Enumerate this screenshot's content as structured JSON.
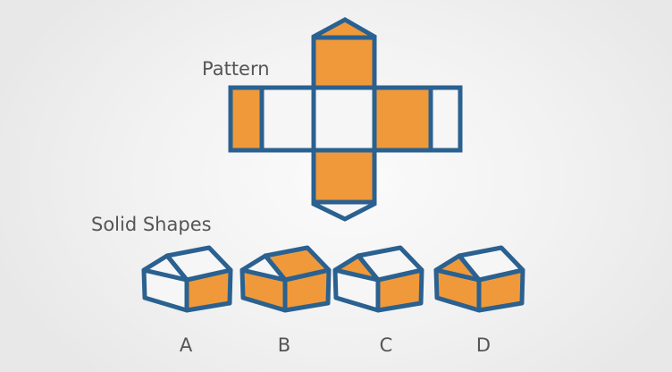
{
  "colors": {
    "stroke": "#2a6190",
    "orange": "#f0993a",
    "white": "#f6f6f6",
    "text": "#555555"
  },
  "labels": {
    "pattern": "Pattern",
    "solid_shapes": "Solid Shapes"
  },
  "pattern": {
    "top_triangle": "orange",
    "top_square": "orange",
    "band_cells": [
      "orange",
      "white",
      "white",
      "orange",
      "white"
    ],
    "bottom_square": "orange",
    "bottom_triangle": "white"
  },
  "shapes": [
    {
      "label": "A",
      "gable": "white",
      "roof": "white",
      "left_face": "white",
      "right_face": "orange"
    },
    {
      "label": "B",
      "gable": "white",
      "roof": "orange",
      "left_face": "orange",
      "right_face": "orange"
    },
    {
      "label": "C",
      "gable": "orange",
      "roof": "white",
      "left_face": "white",
      "right_face": "orange"
    },
    {
      "label": "D",
      "gable": "orange",
      "roof": "white",
      "left_face": "orange",
      "right_face": "orange"
    }
  ]
}
